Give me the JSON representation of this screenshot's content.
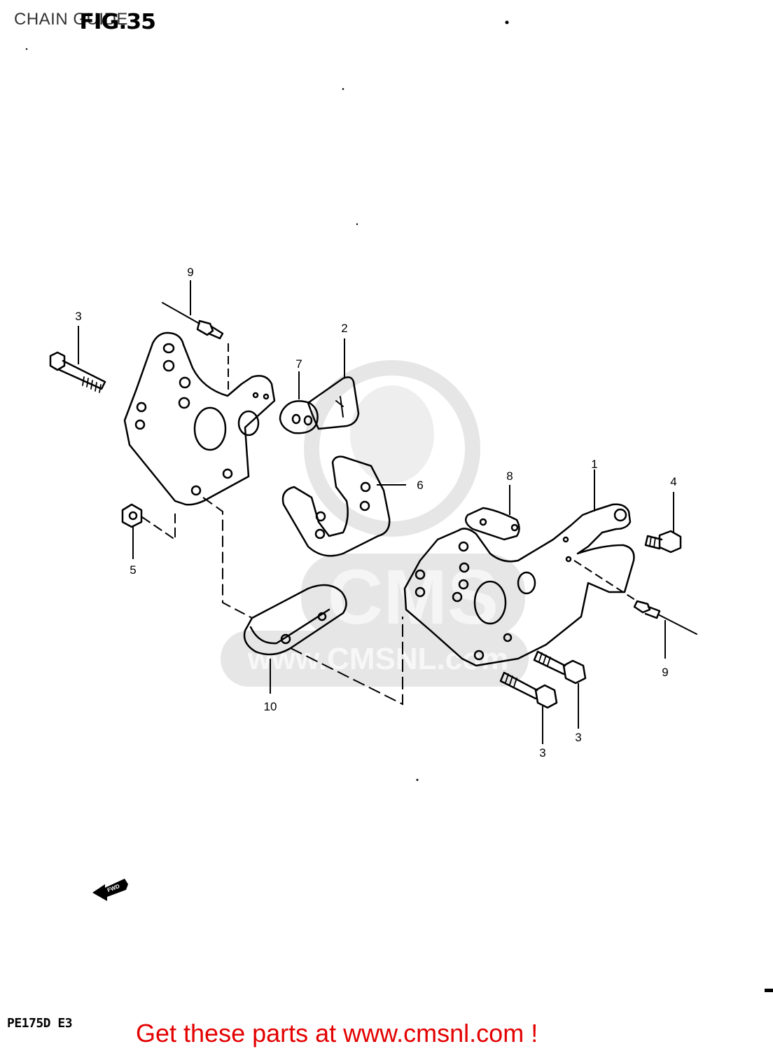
{
  "header": {
    "title": "CHAIN GUIDE",
    "fig_label": "FIG.35"
  },
  "fwd_label": "FWD",
  "model_code": "PE175D E3",
  "footer": {
    "text": "Get these parts at www.cmsnl.com !"
  },
  "watermark": {
    "text": "CMS",
    "url": "www.CMSNL.com"
  },
  "callouts": [
    {
      "id": "1",
      "label": "1"
    },
    {
      "id": "2",
      "label": "2"
    },
    {
      "id": "3a",
      "label": "3"
    },
    {
      "id": "3b",
      "label": "3"
    },
    {
      "id": "3c",
      "label": "3"
    },
    {
      "id": "4",
      "label": "4"
    },
    {
      "id": "5",
      "label": "5"
    },
    {
      "id": "6",
      "label": "6"
    },
    {
      "id": "7",
      "label": "7"
    },
    {
      "id": "8",
      "label": "8"
    },
    {
      "id": "9a",
      "label": "9"
    },
    {
      "id": "9b",
      "label": "9"
    },
    {
      "id": "10",
      "label": "10"
    }
  ],
  "colors": {
    "line": "#000000",
    "watermark": "#e6e6e6",
    "footer": "#e30000"
  }
}
